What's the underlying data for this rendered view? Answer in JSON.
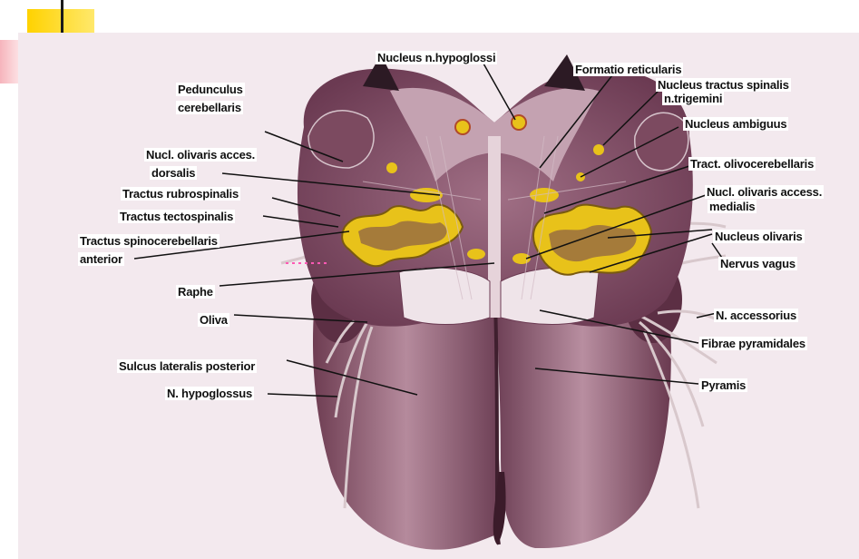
{
  "labels": {
    "nucleus_n_hypoglossi": "Nucleus  n.hypoglossi",
    "formatio_reticularis": "Formatio reticularis",
    "nucleus_tractus_spinalis_1": "Nucleus tractus spinalis",
    "nucleus_tractus_spinalis_2": "n.trigemini",
    "nucleus_ambiguus": "Nucleus ambiguus",
    "pedunculus_1": "Pedunculus",
    "pedunculus_2": "cerebellaris",
    "nucl_olivaris_acces_dorsalis_1": "Nucl. olivaris acces.",
    "nucl_olivaris_acces_dorsalis_2": "dorsalis",
    "tract_olivocerebellaris": "Tract. olivocerebellaris",
    "tractus_rubrospinalis": "Tractus rubrospinalis",
    "nucl_olivaris_access_medialis_1": "Nucl. olivaris access.",
    "nucl_olivaris_access_medialis_2": "medialis",
    "tractus_tectospinalis": "Tractus tectospinalis",
    "nucleus_olivaris": "Nucleus olivaris",
    "tractus_spinocerebellaris_1": "Tractus spinocerebellaris",
    "tractus_spinocerebellaris_2": "anterior",
    "nervus_vagus": "Nervus  vagus",
    "raphe": "Raphe",
    "n_accessorius": "N. accessorius",
    "oliva": "Oliva",
    "fibrae_pyramidales": "Fibrae pyramidales",
    "sulcus_lateralis_posterior": "Sulcus lateralis posterior",
    "pyramis": "Pyramis",
    "n_hypoglossus": "N. hypoglossus"
  },
  "colors": {
    "accent_yellow": "#ffd200",
    "accent_pink": "#f6b4bc",
    "background": "#f3e9ee",
    "tissue": "#8c5a6e",
    "nucleus": "#e8c21a"
  }
}
